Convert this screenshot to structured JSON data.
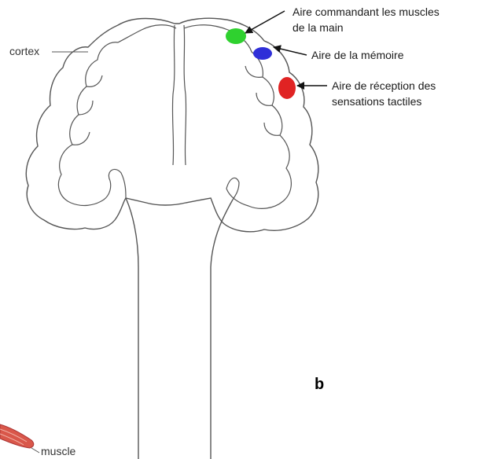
{
  "labels": {
    "cortex": "cortex",
    "hand_area_line1": "Aire commandant les muscles",
    "hand_area_line2": "de la main",
    "memory_area": "Aire de la mémoire",
    "tactile_area_line1": "Aire de réception des",
    "tactile_area_line2": "sensations tactiles",
    "panel_letter": "b",
    "muscle": "muscle"
  },
  "colors": {
    "hand_area": "#2fd12f",
    "memory_area": "#2f2fd8",
    "tactile_area": "#e02323",
    "outline": "#555555",
    "arrow": "#111111",
    "muscle": "#c0392b"
  }
}
